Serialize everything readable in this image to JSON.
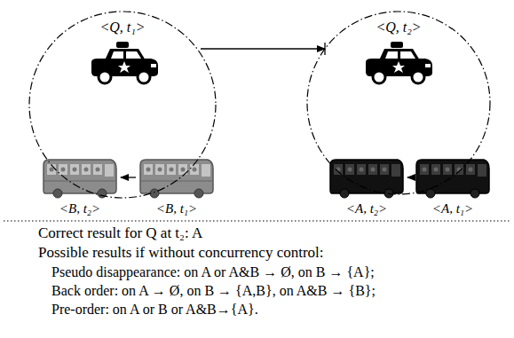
{
  "diagram": {
    "nodes": [
      {
        "text": [
          "<Q, t₁>"
        ]
      },
      {
        "text": [
          "<B, t₂>"
        ],
        "in": 0
      },
      {
        "text": [
          "<B, t₁>"
        ]
      },
      {
        "text": [
          "<Q, t₂>"
        ]
      },
      {
        "text": [
          "<A, t₂>"
        ],
        "in": 3
      },
      {
        "text": [
          "<A, t₁>"
        ]
      }
    ],
    "edges": [
      {
        "from": 0,
        "to": 3,
        "arrow": "to"
      },
      {
        "from": 2,
        "to": 1,
        "arrow": "to"
      },
      {
        "from": 5,
        "to": 4,
        "arrow": "to"
      }
    ],
    "labels": [
      "Correct result for Q at t₂: A",
      "Possible results if without concurrency control:",
      "Pseudo disappearance: on A or A&B → Ø, on B → {A};",
      "Back order: on A → Ø, on B → {A,B}, on A&B → {B};",
      "Pre-order: on A or B or A&B→{A}."
    ]
  }
}
